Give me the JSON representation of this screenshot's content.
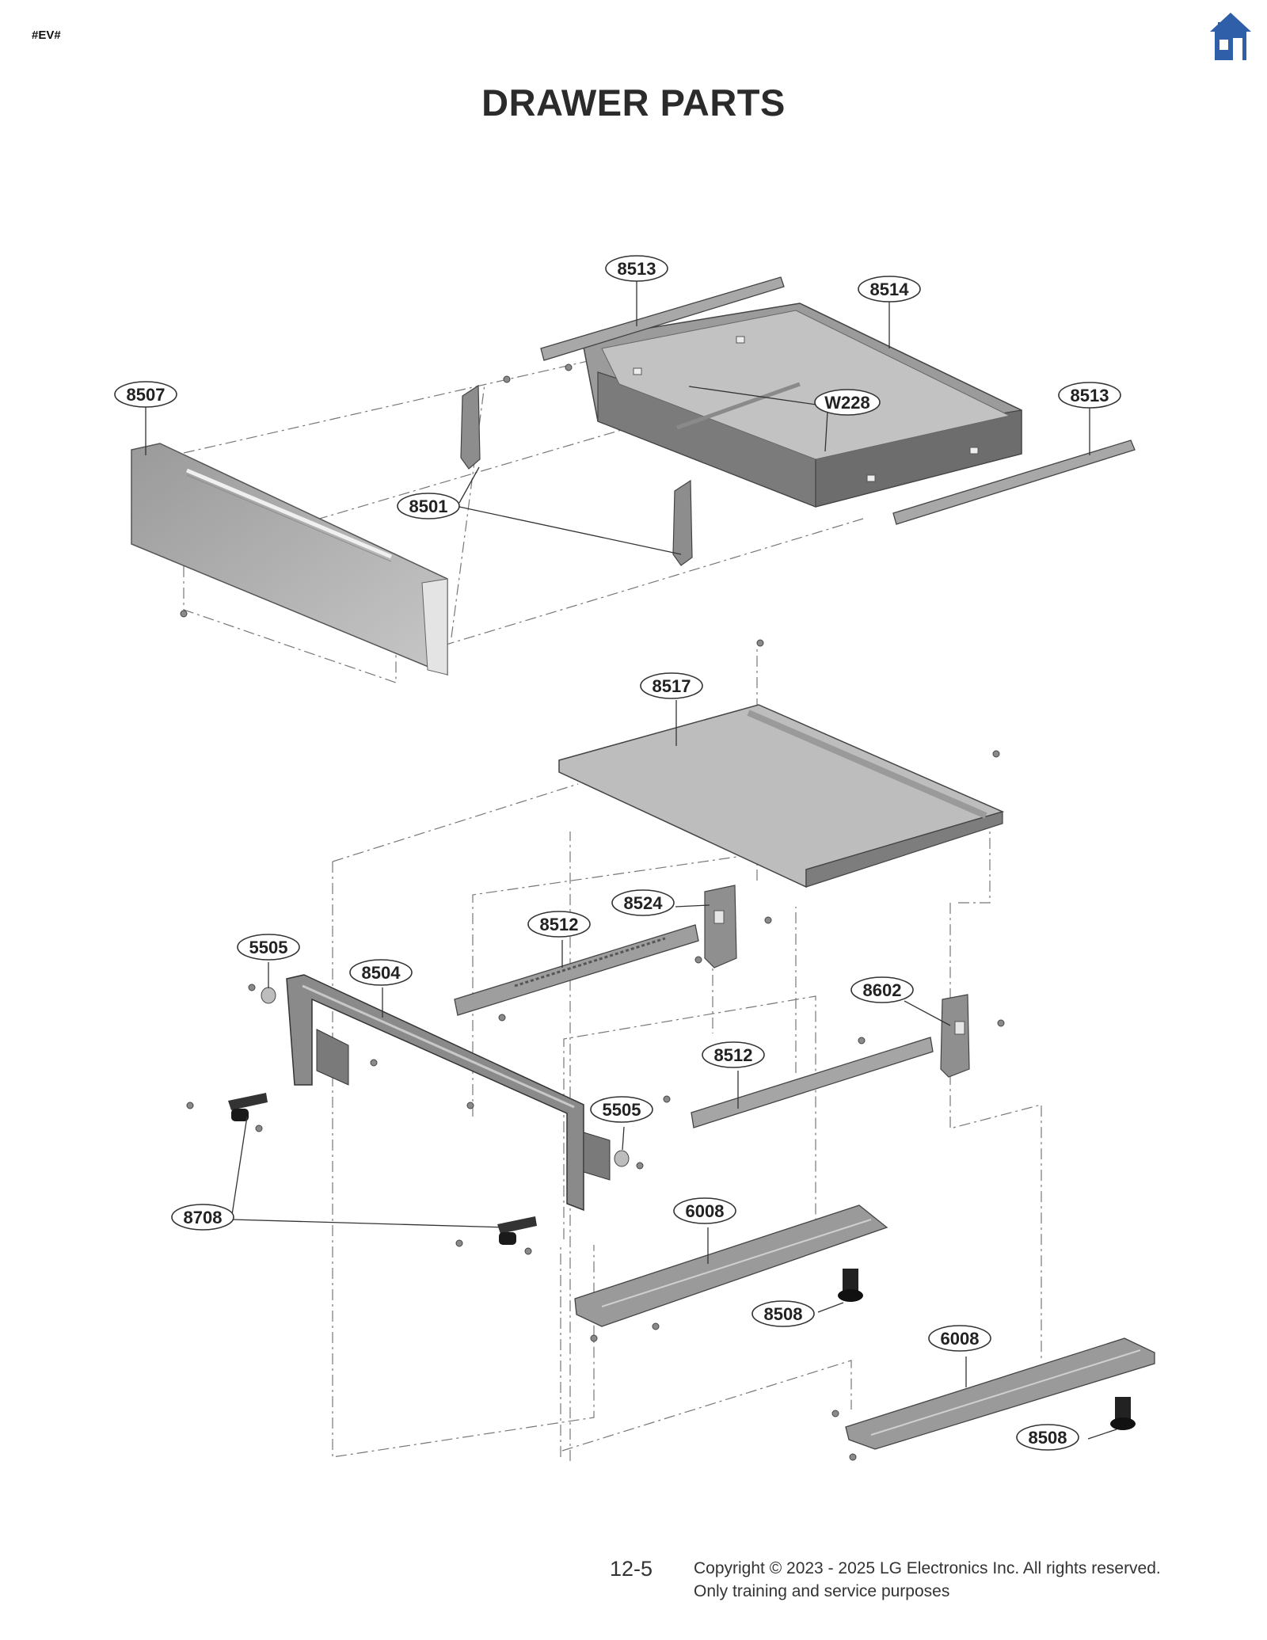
{
  "header": {
    "doc_tag": "#EV#",
    "home_icon": "home-icon"
  },
  "title": "DRAWER PARTS",
  "callouts": [
    {
      "id": "c-8513-top",
      "label": "8513"
    },
    {
      "id": "c-8514",
      "label": "8514"
    },
    {
      "id": "c-8507",
      "label": "8507"
    },
    {
      "id": "c-w228",
      "label": "W228"
    },
    {
      "id": "c-8513-right",
      "label": "8513"
    },
    {
      "id": "c-8501",
      "label": "8501"
    },
    {
      "id": "c-8517",
      "label": "8517"
    },
    {
      "id": "c-8524",
      "label": "8524"
    },
    {
      "id": "c-8512-upper",
      "label": "8512"
    },
    {
      "id": "c-5505-left",
      "label": "5505"
    },
    {
      "id": "c-8504",
      "label": "8504"
    },
    {
      "id": "c-8602",
      "label": "8602"
    },
    {
      "id": "c-8512-lower",
      "label": "8512"
    },
    {
      "id": "c-5505-right",
      "label": "5505"
    },
    {
      "id": "c-8708",
      "label": "8708"
    },
    {
      "id": "c-6008-upper",
      "label": "6008"
    },
    {
      "id": "c-8508-upper",
      "label": "8508"
    },
    {
      "id": "c-6008-lower",
      "label": "6008"
    },
    {
      "id": "c-8508-lower",
      "label": "8508"
    }
  ],
  "footer": {
    "page_number": "12-5",
    "copyright_line1": "Copyright © 2023 - 2025 LG Electronics Inc. All rights reserved.",
    "copyright_line2": "Only training and service purposes"
  },
  "colors": {
    "home_icon": "#2f5fa8",
    "part_fill": "#b9b9b9",
    "part_dark": "#6e6e6e"
  }
}
